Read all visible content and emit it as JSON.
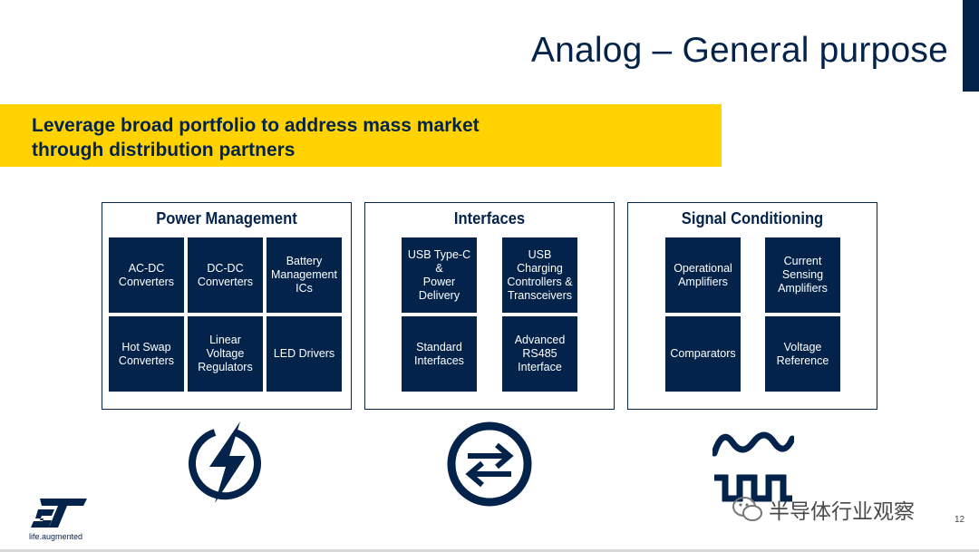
{
  "slide": {
    "title": "Analog – General purpose",
    "banner_lines": [
      "Leverage broad portfolio to address mass market",
      "through distribution partners"
    ],
    "page_number": "12",
    "logo_tagline": "life.augmented",
    "watermark": "半导体行业观察"
  },
  "panels": [
    {
      "title": "Power Management",
      "tiles": [
        [
          "AC-DC",
          "Converters"
        ],
        [
          "DC-DC",
          "Converters"
        ],
        [
          "Battery",
          "Management",
          "ICs"
        ],
        [
          "Hot Swap",
          "Converters"
        ],
        [
          "Linear",
          "Voltage",
          "Regulators"
        ],
        [
          "LED Drivers"
        ]
      ],
      "icon": "lightning-bolt-icon"
    },
    {
      "title": "Interfaces",
      "tiles": [
        [
          "USB Type-C",
          "&",
          "Power",
          "Delivery"
        ],
        [
          "USB",
          "Charging",
          "Controllers &",
          "Transceivers"
        ],
        [
          "Standard",
          "Interfaces"
        ],
        [
          "Advanced",
          "RS485",
          "Interface"
        ]
      ],
      "icon": "exchange-arrows-icon"
    },
    {
      "title": "Signal Conditioning",
      "tiles": [
        [
          "Operational",
          "Amplifiers"
        ],
        [
          "Current",
          "Sensing",
          "Amplifiers"
        ],
        [
          "Comparators"
        ],
        [
          "Voltage",
          "Reference"
        ]
      ],
      "icon": "analog-digital-waves-icon"
    }
  ],
  "colors": {
    "navy": "#03234b",
    "yellow": "#ffd200"
  }
}
